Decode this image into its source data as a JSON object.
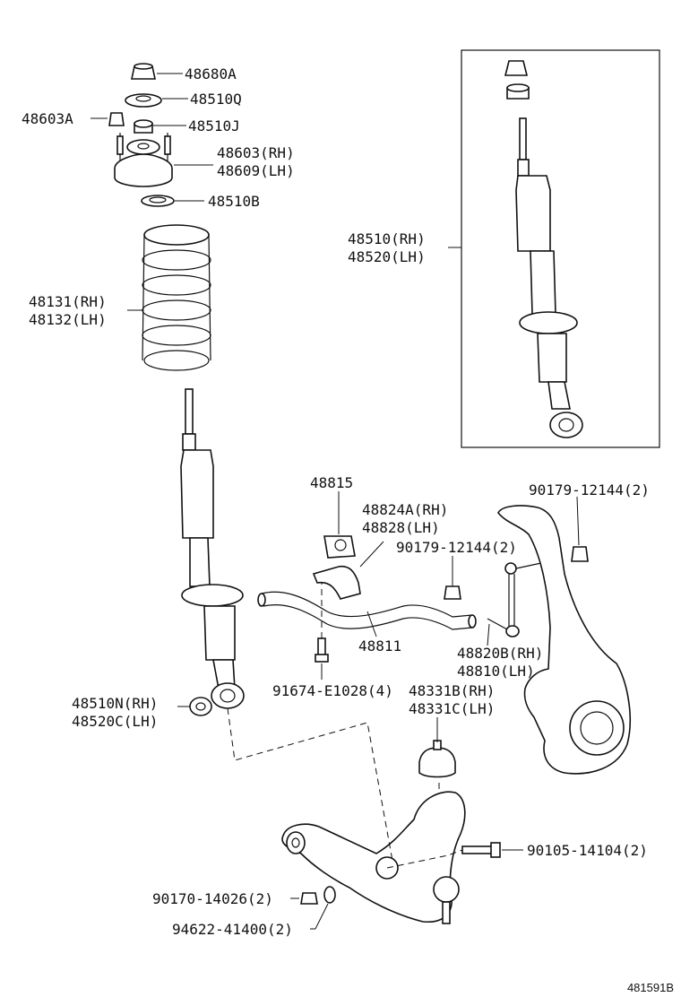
{
  "labels": {
    "p48680A": "48680A",
    "p48510Q": "48510Q",
    "p48603A": "48603A",
    "p48510J": "48510J",
    "p48603": "48603(RH)",
    "p48609": "48609(LH)",
    "p48510B": "48510B",
    "p48510": "48510(RH)",
    "p48520": "48520(LH)",
    "p48131": "48131(RH)",
    "p48132": "48132(LH)",
    "p48815": "48815",
    "p48824A": "48824A(RH)",
    "p48828": "48828(LH)",
    "p90179a": "90179-12144(2)",
    "p90179b": "90179-12144(2)",
    "p48811": "48811",
    "p48820B": "48820B(RH)",
    "p48810": "48810(LH)",
    "p91674": "91674-E1028(4)",
    "p48331B": "48331B(RH)",
    "p48331C": "48331C(LH)",
    "p48510N": "48510N(RH)",
    "p48520C": "48520C(LH)",
    "p90105": "90105-14104(2)",
    "p90170": "90170-14026(2)",
    "p94622": "94622-41400(2)"
  },
  "figure_code": "481591B",
  "colors": {
    "ink": "#111111",
    "paper": "#ffffff"
  }
}
